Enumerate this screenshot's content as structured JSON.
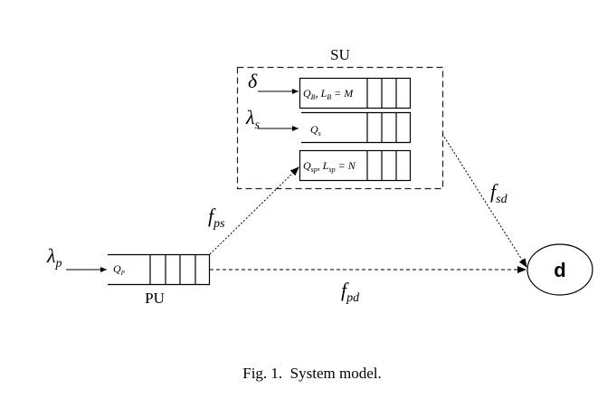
{
  "figure": {
    "caption": "Fig. 1.  System model."
  },
  "su": {
    "label": "SU",
    "inputs": {
      "delta": "δ",
      "lambda_s": "λ",
      "lambda_s_sub": "s"
    },
    "queues": [
      {
        "name": "Q",
        "sub": "B",
        "extra": ", L",
        "extra_sub": "B",
        "tail": " = M"
      },
      {
        "name": "Q",
        "sub": "s",
        "extra": "",
        "extra_sub": "",
        "tail": ""
      },
      {
        "name": "Q",
        "sub": "sp",
        "extra": ", L",
        "extra_sub": "sp",
        "tail": " = N"
      }
    ]
  },
  "pu": {
    "label": "PU",
    "input": "λ",
    "input_sub": "p",
    "queue_name": "Q",
    "queue_sub": "P"
  },
  "destination": {
    "label": "d"
  },
  "links": {
    "f_ps": {
      "f": "f",
      "sub": "ps"
    },
    "f_sd": {
      "f": "f",
      "sub": "sd"
    },
    "f_pd": {
      "f": "f",
      "sub": "pd"
    }
  }
}
